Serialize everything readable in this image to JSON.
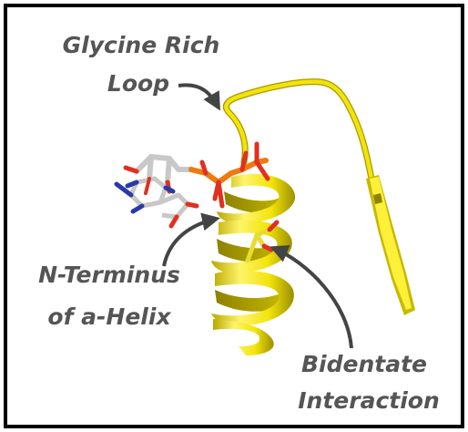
{
  "labels": {
    "glycine_line1": "Glycine Rich",
    "glycine_line2": "Loop",
    "nterm_line1": "N-Terminus",
    "nterm_line2": "of a-Helix",
    "bidentate_line1": "Bidentate",
    "bidentate_line2": "Interaction"
  },
  "colors": {
    "protein_ribbon": "#f2e40a",
    "ribbon_shadow": "#a89a00",
    "ligand_carbon": "#c8c8c8",
    "oxygen": "#e03020",
    "nitrogen": "#2a3aa8",
    "phosphorus": "#ee7a10",
    "annotation_text": "#555555",
    "arrow": "#444444",
    "frame_border": "#000000"
  }
}
